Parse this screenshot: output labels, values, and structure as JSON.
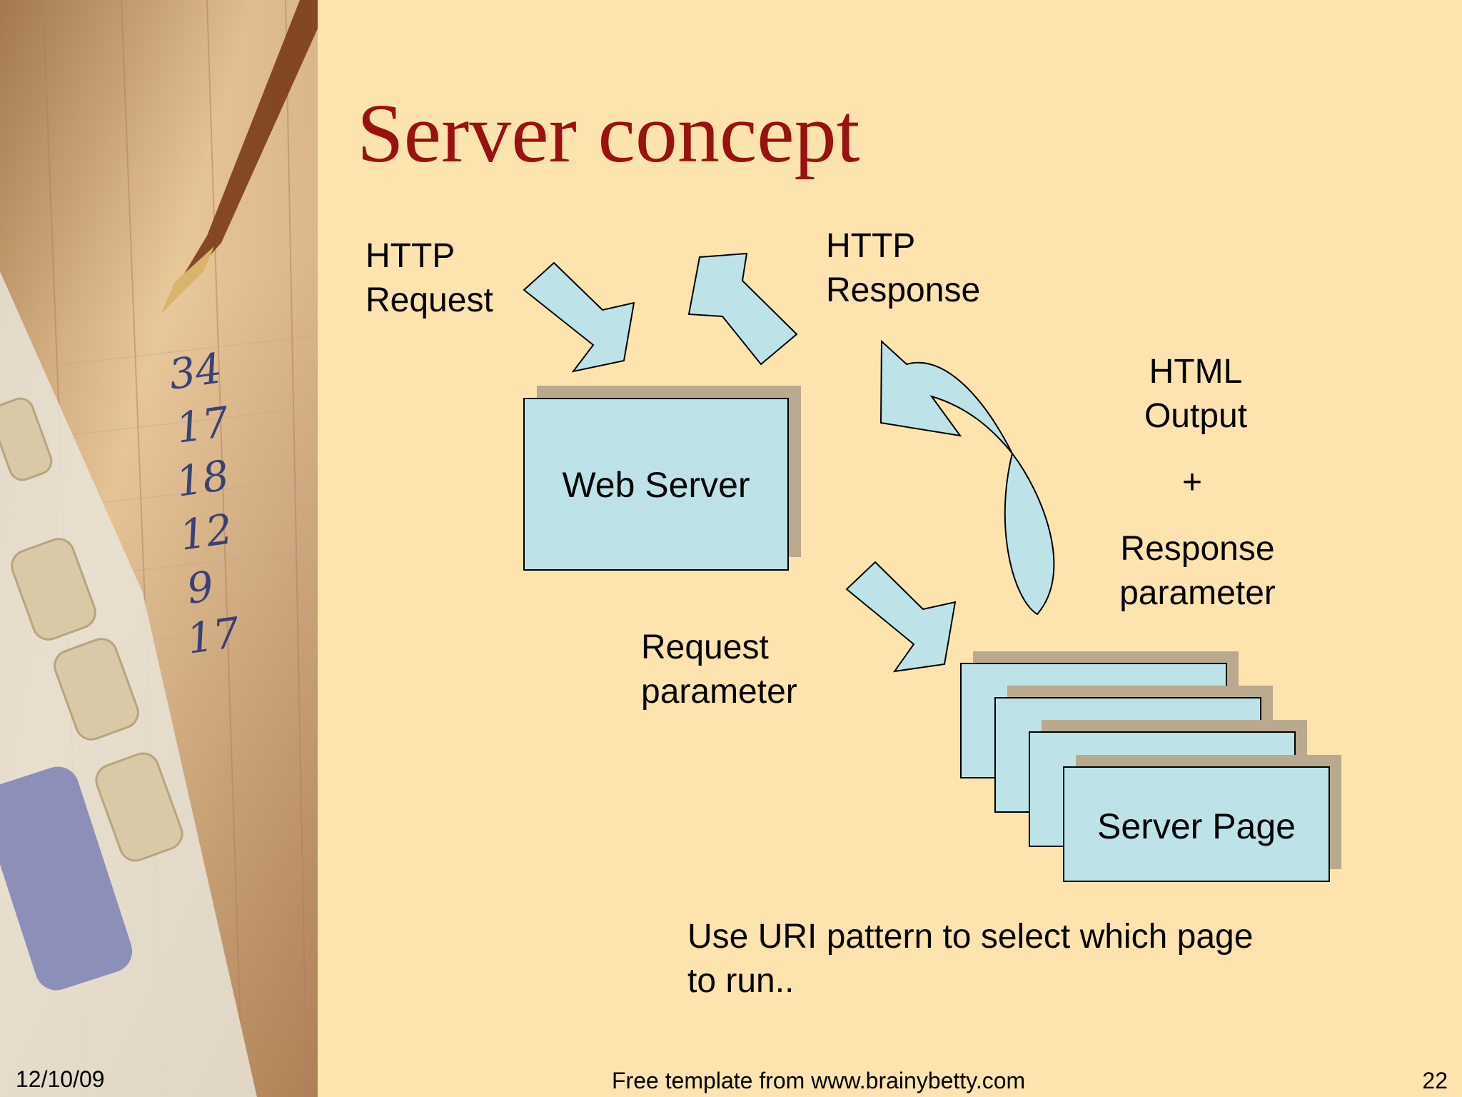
{
  "slide": {
    "title": "Server concept",
    "date": "12/10/09",
    "footer": "Free template from www.brainybetty.com",
    "page_number": "22"
  },
  "diagram": {
    "http_request": [
      "HTTP",
      "Request"
    ],
    "http_response": [
      "HTTP",
      "Response"
    ],
    "web_server": "Web Server",
    "server_page": "Server Page",
    "request_parameter": [
      "Request",
      "parameter"
    ],
    "html_output": [
      "HTML",
      "Output"
    ],
    "plus": "+",
    "response_parameter": [
      "Response",
      "parameter"
    ],
    "note": [
      "Use URI pattern to select which page",
      "to run.."
    ]
  },
  "colors": {
    "title": "#9B1010",
    "background": "#FDE4AE",
    "shape_fill": "#BDE3E8",
    "shadow": "#B9A98E"
  }
}
